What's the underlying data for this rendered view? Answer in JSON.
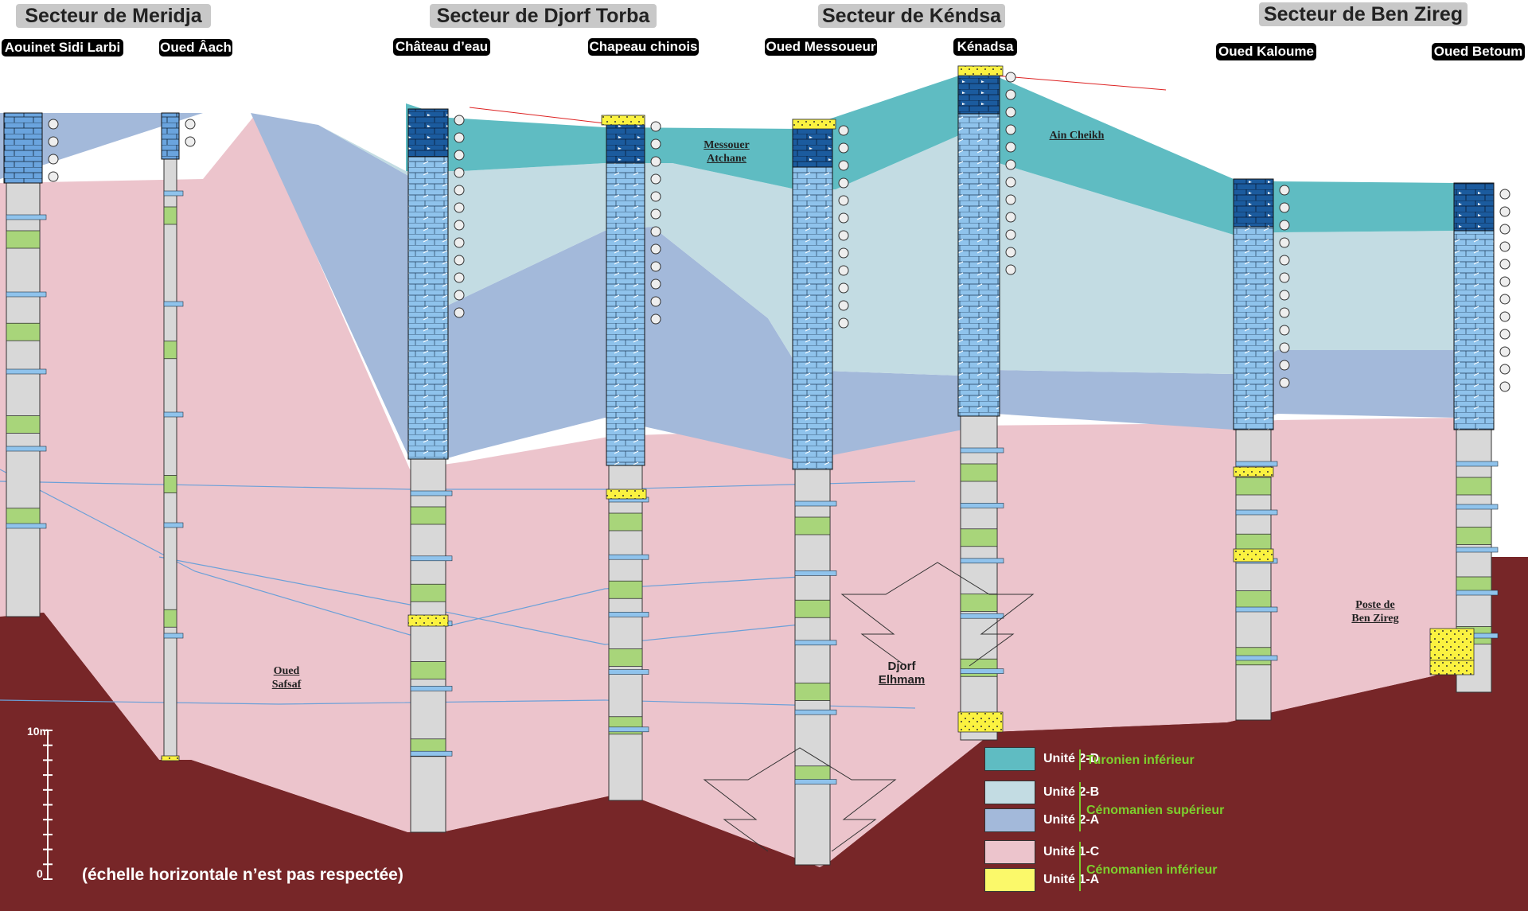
{
  "sectors": [
    {
      "key": "meridja",
      "label": "Secteur de Meridja"
    },
    {
      "key": "djorf",
      "label": "Secteur de Djorf Torba"
    },
    {
      "key": "kendsa",
      "label": "Secteur de Kéndsa"
    },
    {
      "key": "benzireg",
      "label": "Secteur de Ben Zireg"
    }
  ],
  "sections": [
    {
      "label": "Aouinet Sidi Larbi"
    },
    {
      "label": "Oued Âach"
    },
    {
      "label": "Château d’eau"
    },
    {
      "label": "Chapeau chinois"
    },
    {
      "label": "Oued Messoueur"
    },
    {
      "label": "Kénadsa"
    },
    {
      "label": "Oued Kaloume"
    },
    {
      "label": "Oued Betoum"
    }
  ],
  "localities": [
    {
      "line1": "Oued",
      "line2": "Safsaf"
    },
    {
      "line1": "Messouer",
      "line2": "Atchane"
    },
    {
      "line1": "Ain Cheikh",
      "line2": ""
    },
    {
      "line1": "Djorf",
      "line2": "Elhmam"
    },
    {
      "line1": "Poste de",
      "line2": "Ben Zireg"
    }
  ],
  "scale": {
    "top_label": "10m",
    "bottom_label": "0"
  },
  "note": "(échelle horizontale n’est pas respectée)",
  "legend": {
    "units": [
      {
        "label": "Unité 2-D",
        "color": "#5fbcc2"
      },
      {
        "label": "Unité 2-B",
        "color": "#c3dce3"
      },
      {
        "label": "Unité 2-A",
        "color": "#a3b9da"
      },
      {
        "label": "Unité 1-C",
        "color": "#ecc4cc"
      },
      {
        "label": "Unité 1-A",
        "color": "#fbf96a"
      }
    ],
    "ages": [
      {
        "label": "Turonien inférieur"
      },
      {
        "label": "Cénomanien supérieur"
      },
      {
        "label": "Cénomanien inférieur"
      }
    ]
  },
  "colors": {
    "basement": "#772628",
    "unit_2d": "#5fbcc2",
    "unit_2b": "#c3dce3",
    "unit_2a": "#a3b9da",
    "unit_1c": "#ecc4cc",
    "unit_1a": "#fbf96a",
    "limestone_dark": "#1a5a9c",
    "limestone_mid": "#5e99d6",
    "limestone_light": "#8fc3ec",
    "marl": "#d8d8d8",
    "green_bed": "#a8d57a",
    "clay_dark": "#555555"
  }
}
